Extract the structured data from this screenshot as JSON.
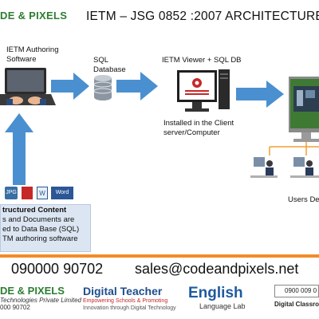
{
  "header": {
    "logo": "DE & PIXELS",
    "title": "IETM – JSG 0852 :2007  ARCHITECTURE"
  },
  "diagram": {
    "authoring_label": [
      "IETM Authoring",
      "Software"
    ],
    "sql_label": [
      "SQL",
      "Database"
    ],
    "viewer_label": "IETM  Viewer + SQL DB",
    "install_label": [
      "Installed in the Client",
      "server/Computer"
    ],
    "users_label": "Users De",
    "file_icons": [
      "JPG",
      "W",
      "Word"
    ],
    "structured_content": {
      "heading": "tructured Content",
      "lines": [
        "s and Documents are",
        "ed to Data Base (SQL)",
        "TM authoring software"
      ]
    }
  },
  "contact": {
    "phone": "090000 90702",
    "email": "sales@codeandpixels.net"
  },
  "footer": {
    "logo1": {
      "name": "DE & PIXELS",
      "sub": "Technologies Private Limited",
      "phone": "000 90702"
    },
    "logo2": {
      "name": "Digital Teacher",
      "sub1": "Empowering Schools & Promoting",
      "sub2": "Innovation through Digital Technology"
    },
    "logo3": {
      "name": "English",
      "sub": "Language Lab"
    },
    "logo4": {
      "phone": "0900 009 0",
      "sub": "Digital Classroom"
    }
  },
  "colors": {
    "arrow": "#4a90d0",
    "accent_orange": "#f28c28",
    "logo_green": "#2e7d32",
    "content_box": "#dce6f2"
  }
}
